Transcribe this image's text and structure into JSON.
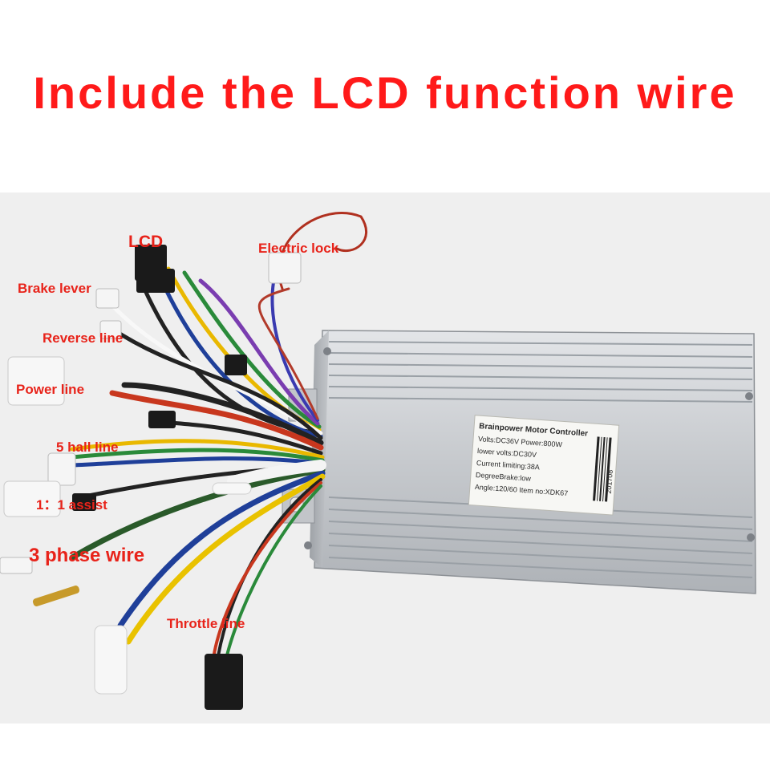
{
  "headline": "Include the LCD function wire",
  "colors": {
    "headline": "#ff1a1a",
    "callout": "#e8231a",
    "housing": "#c9ccd0",
    "background": "#eeeeee"
  },
  "callouts": {
    "lcd": "LCD",
    "electric_lock": "Electric lock",
    "brake_lever": "Brake lever",
    "reverse_line": "Reverse line",
    "power_line": "Power line",
    "hall_line": "5 hall line",
    "assist": "1：1 assist",
    "phase_wire": "3 phase wire",
    "throttle_line": "Throttle line"
  },
  "controller_label": {
    "title": "Brainpower Motor Controller",
    "line1": "Volts:DC36V   Power:800W",
    "line2": "lower volts:DC30V",
    "line3": "Current limiting:38A",
    "line4": "DegreeBrake:low",
    "line5": "Angle:120/60  Item no:XDK67",
    "date_code": "201708"
  }
}
